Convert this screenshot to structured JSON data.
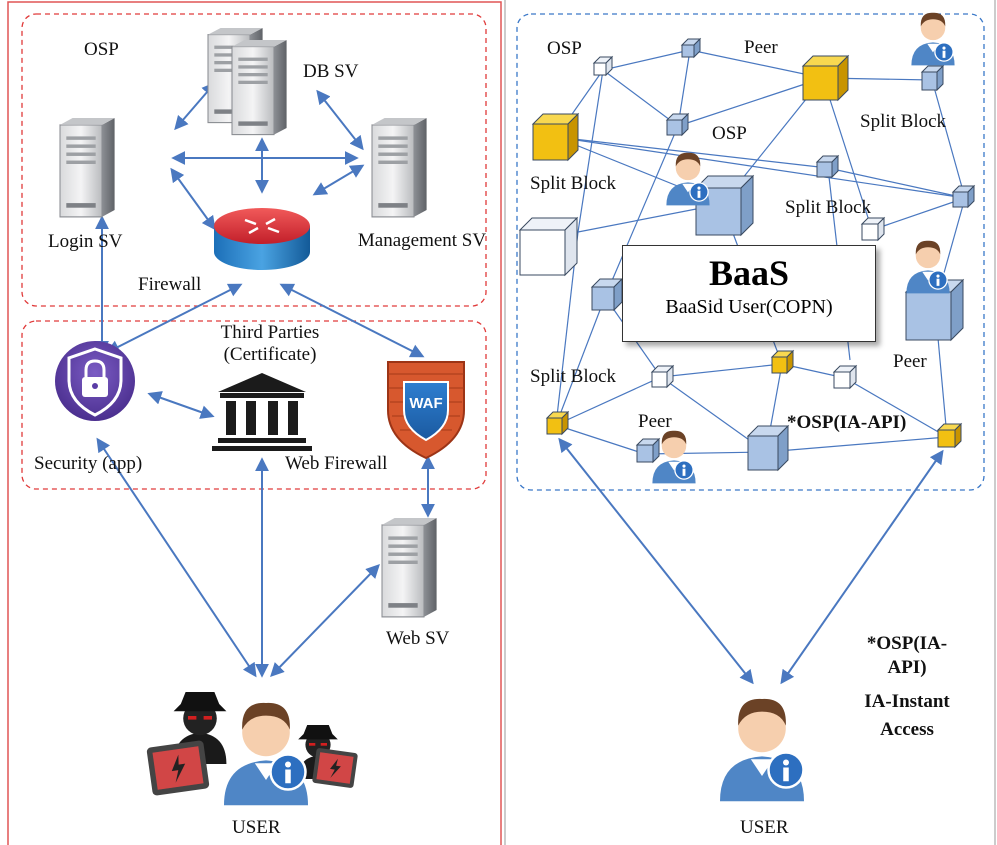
{
  "left_panel": {
    "backend_group": {
      "osp_label": "OSP",
      "db_sv_label": "DB SV",
      "login_sv_label": "Login SV",
      "firewall_label": "Firewall",
      "management_sv_label": "Management SV"
    },
    "security_group": {
      "third_parties_label": "Third Parties (Certificate)",
      "security_app_label": "Security (app)",
      "web_firewall_label": "Web Firewall",
      "waf_badge_text": "WAF"
    },
    "web_sv_label": "Web SV",
    "user_label": "USER"
  },
  "right_panel": {
    "node_labels": {
      "osp_top": "OSP",
      "peer_top": "Peer",
      "osp_mid": "OSP",
      "split_block_right": "Split Block",
      "split_block_left": "Split Block",
      "split_block_mid": "Split Block",
      "peer_right": "Peer",
      "split_block_bottom": "Split Block",
      "peer_bottom": "Peer",
      "osp_ia_api": "*OSP(IA-API)"
    },
    "baas_box": {
      "title": "BaaS",
      "subtitle": "BaaSid User(COPN)"
    },
    "legend": {
      "line1": "*OSP(IA-",
      "line2": "API)",
      "line3": "IA-Instant",
      "line4": "Access"
    },
    "user_label": "USER"
  },
  "colors": {
    "left_frame": "#e05555",
    "right_frame": "#9a9a9a",
    "red_dashed_group": "#e03a3a",
    "blue_dashed_group": "#3a78c8",
    "arrow_blue": "#4a78c0",
    "cube_blue": "#a9c2e4",
    "cube_gold": "#f2c012",
    "cube_white": "#ffffff"
  }
}
